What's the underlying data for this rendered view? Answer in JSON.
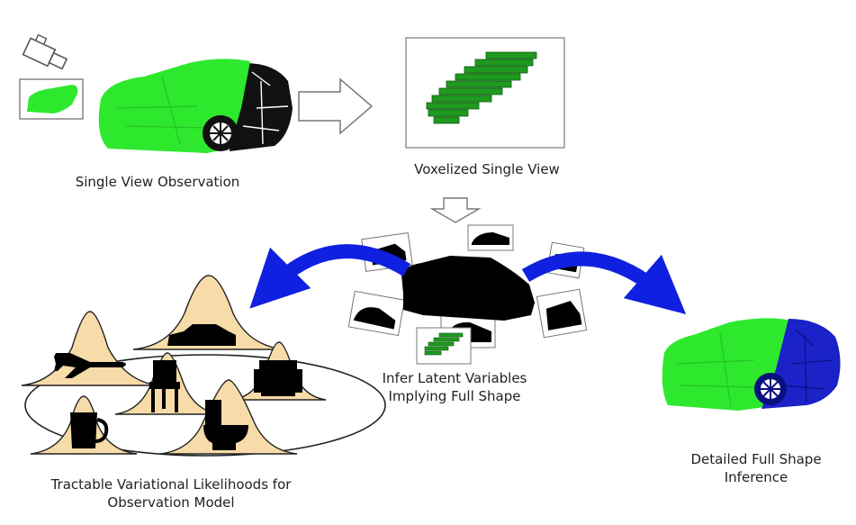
{
  "labels": {
    "single_view": "Single View Observation",
    "voxelized": "Voxelized Single View",
    "infer_line1": "Infer Latent Variables",
    "infer_line2": "Implying Full Shape",
    "likelihood_line1": "Tractable Variational Likelihoods for",
    "likelihood_line2": "Observation Model",
    "detailed_line1": "Detailed Full Shape",
    "detailed_line2": "Inference"
  },
  "colors": {
    "observed": "#2ee82e",
    "inferred": "#1a22c8",
    "arrow": "#1020e0",
    "gaussian": "#f7dba8",
    "silhouette": "#000000",
    "voxel": "#1f9a1f"
  },
  "icons": [
    "camera-icon",
    "car-icon",
    "airplane-icon",
    "chair-icon",
    "armchair-icon",
    "mug-icon",
    "toilet-icon",
    "suv-icon"
  ]
}
